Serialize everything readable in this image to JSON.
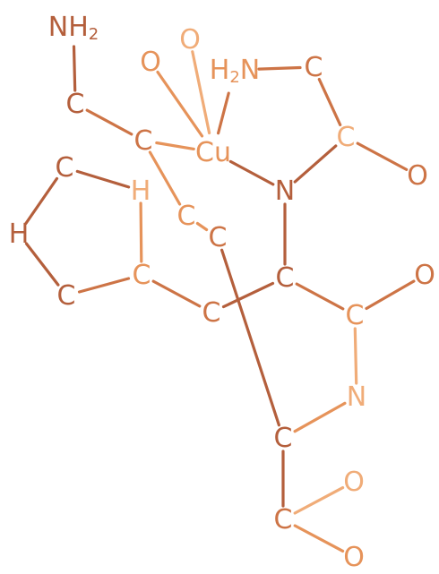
{
  "colors": {
    "dark": "#b45f3c",
    "mid": "#cd7446",
    "light": "#e6935a",
    "pale": "#f0ac78"
  },
  "atoms": [
    {
      "id": "nh2_top",
      "text": "NH",
      "sub": "2",
      "tone": "dark"
    },
    {
      "id": "c_a",
      "text": "C",
      "tone": "dark"
    },
    {
      "id": "c_b",
      "text": "C",
      "tone": "mid"
    },
    {
      "id": "o_1",
      "text": "O",
      "tone": "light"
    },
    {
      "id": "o_2",
      "text": "O",
      "tone": "pale"
    },
    {
      "id": "cu",
      "text": "Cu",
      "tone": "light"
    },
    {
      "id": "h2n",
      "text": "H",
      "sub": "2",
      "tail": "N",
      "tone": "light"
    },
    {
      "id": "c_top",
      "text": "C",
      "tone": "mid"
    },
    {
      "id": "c_carbonyl",
      "text": "C",
      "tone": "pale"
    },
    {
      "id": "o_right_top",
      "text": "O",
      "tone": "mid"
    },
    {
      "id": "n_center",
      "text": "N",
      "tone": "dark"
    },
    {
      "id": "c_ring_top",
      "text": "C",
      "tone": "dark"
    },
    {
      "id": "h_ring",
      "text": "H",
      "tone": "pale"
    },
    {
      "id": "h_left",
      "text": "H",
      "tone": "dark"
    },
    {
      "id": "c_ring_bot",
      "text": "C",
      "tone": "dark"
    },
    {
      "id": "c_ring_right",
      "text": "C",
      "tone": "light"
    },
    {
      "id": "c_mid1",
      "text": "C",
      "tone": "light"
    },
    {
      "id": "c_mid2",
      "text": "C",
      "tone": "mid"
    },
    {
      "id": "c_center",
      "text": "C",
      "tone": "dark"
    },
    {
      "id": "c_low",
      "text": "C",
      "tone": "mid"
    },
    {
      "id": "c_right2",
      "text": "C",
      "tone": "light"
    },
    {
      "id": "o_right2",
      "text": "O",
      "tone": "mid"
    },
    {
      "id": "n_lower",
      "text": "N",
      "tone": "pale"
    },
    {
      "id": "c_bottom1",
      "text": "C",
      "tone": "dark"
    },
    {
      "id": "c_bottom2",
      "text": "C",
      "tone": "mid"
    },
    {
      "id": "o_b1",
      "text": "O",
      "tone": "pale"
    },
    {
      "id": "o_b2",
      "text": "O",
      "tone": "light"
    }
  ],
  "bonds": [
    {
      "from": "nh2_top",
      "to": "c_a",
      "tone": "dark"
    },
    {
      "from": "c_a",
      "to": "c_b",
      "tone": "mid"
    },
    {
      "from": "c_b",
      "to": "cu",
      "tone": "light"
    },
    {
      "from": "o_1",
      "to": "cu",
      "tone": "light"
    },
    {
      "from": "o_2",
      "to": "cu",
      "tone": "pale"
    },
    {
      "from": "h2n",
      "to": "cu",
      "tone": "mid"
    },
    {
      "from": "h2n",
      "to": "c_top",
      "tone": "mid"
    },
    {
      "from": "c_top",
      "to": "c_carbonyl",
      "tone": "mid"
    },
    {
      "from": "c_carbonyl",
      "to": "o_right_top",
      "tone": "mid"
    },
    {
      "from": "c_carbonyl",
      "to": "n_center",
      "tone": "dark"
    },
    {
      "from": "cu",
      "to": "n_center",
      "tone": "dark"
    },
    {
      "from": "n_center",
      "to": "c_center",
      "tone": "dark"
    },
    {
      "from": "c_ring_top",
      "to": "h_ring",
      "tone": "dark"
    },
    {
      "from": "c_ring_top",
      "to": "h_left",
      "tone": "dark"
    },
    {
      "from": "h_left",
      "to": "c_ring_bot",
      "tone": "dark"
    },
    {
      "from": "c_ring_bot",
      "to": "c_ring_right",
      "tone": "mid"
    },
    {
      "from": "h_ring",
      "to": "c_ring_right",
      "tone": "light"
    },
    {
      "from": "c_ring_right",
      "to": "c_low",
      "tone": "mid"
    },
    {
      "from": "c_b",
      "to": "c_mid1",
      "tone": "light"
    },
    {
      "from": "c_mid1",
      "to": "c_mid2",
      "tone": "light"
    },
    {
      "from": "c_mid2",
      "to": "c_bottom1",
      "tone": "dark"
    },
    {
      "from": "c_low",
      "to": "c_center",
      "tone": "dark"
    },
    {
      "from": "c_center",
      "to": "c_right2",
      "tone": "mid"
    },
    {
      "from": "c_right2",
      "to": "o_right2",
      "tone": "mid"
    },
    {
      "from": "c_right2",
      "to": "n_lower",
      "tone": "pale"
    },
    {
      "from": "n_lower",
      "to": "c_bottom1",
      "tone": "light"
    },
    {
      "from": "c_bottom1",
      "to": "c_bottom2",
      "tone": "dark"
    },
    {
      "from": "c_bottom2",
      "to": "o_b1",
      "tone": "pale"
    },
    {
      "from": "c_bottom2",
      "to": "o_b2",
      "tone": "light"
    }
  ]
}
